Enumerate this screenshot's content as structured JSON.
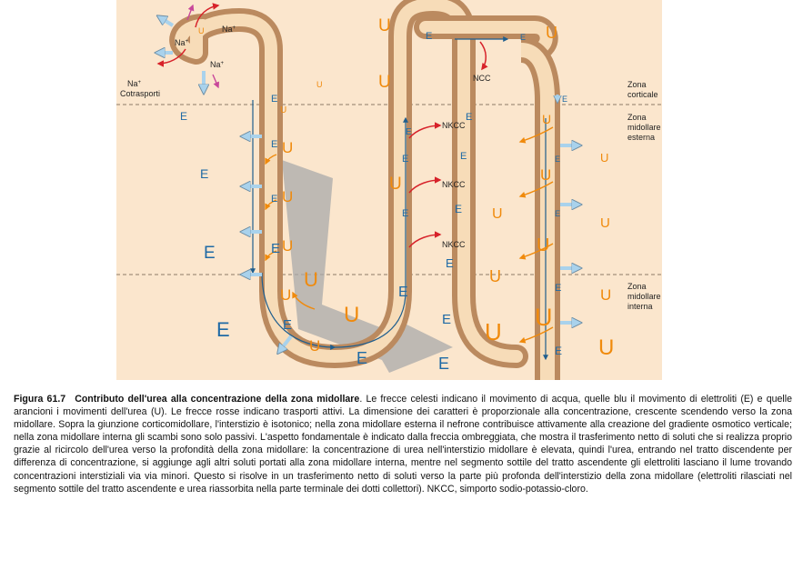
{
  "figure": {
    "labels": {
      "na": "Na",
      "na_sup": "+",
      "cotrasporti": "Cotrasporti",
      "ncc": "NCC",
      "nkcc": "NKCC"
    },
    "zones": {
      "corticale": [
        "Zona",
        "corticale"
      ],
      "midollare_esterna": [
        "Zona",
        "midollare",
        "esterna"
      ],
      "midollare_interna": [
        "Zona",
        "midollare",
        "interna"
      ]
    },
    "letters": {
      "urea": "U",
      "electrolyte": "E"
    },
    "colors": {
      "background": "#fbe6cd",
      "tubule_wall": "#bb8a5f",
      "tubule_lumen": "#f7dcb8",
      "water_arrow": "#a9d2ec",
      "electrolyte_arrow": "#1f5e8e",
      "urea_arrow": "#f08a0c",
      "active_transport": "#d7222a",
      "shaded_arrow": "#a9a9a9"
    }
  },
  "caption": {
    "number": "Figura 61.7",
    "title": "Contributo dell'urea alla concentrazione della zona midollare",
    "text": ". Le frecce celesti indicano il movimento di acqua, quelle blu il movimento di elettroliti (E) e quelle arancioni i movimenti dell'urea (U). Le frecce rosse indicano trasporti attivi. La dimensione dei caratteri è proporzionale alla concentrazione, crescente scendendo verso la zona midollare. Sopra la giunzione corticomidollare, l'interstizio è isotonico; nella zona midollare esterna il nefrone contribuisce attivamente alla creazione del gradiente osmotico verticale; nella zona midollare interna gli scambi sono solo passivi. L'aspetto fondamentale è indicato dalla freccia ombreggiata, che mostra il trasferimento netto di soluti che si realizza proprio grazie al ricircolo dell'urea verso la profondità della zona midollare: la concentrazione di urea nell'interstizio midollare è elevata, quindi l'urea, entrando nel tratto discendente per differenza di concentrazione, si aggiunge agli altri soluti portati alla zona midollare interna, mentre nel segmento sottile del tratto ascendente gli elettroliti lasciano il lume trovando concentrazioni interstiziali via via minori. Questo si risolve in un trasferimento netto di soluti verso la parte più profonda dell'interstizio della zona midollare (elettroliti rilasciati nel segmento sottile del tratto ascendente e urea riassorbita nella parte terminale dei dotti collettori). NKCC, simporto sodio-potassio-cloro."
  }
}
